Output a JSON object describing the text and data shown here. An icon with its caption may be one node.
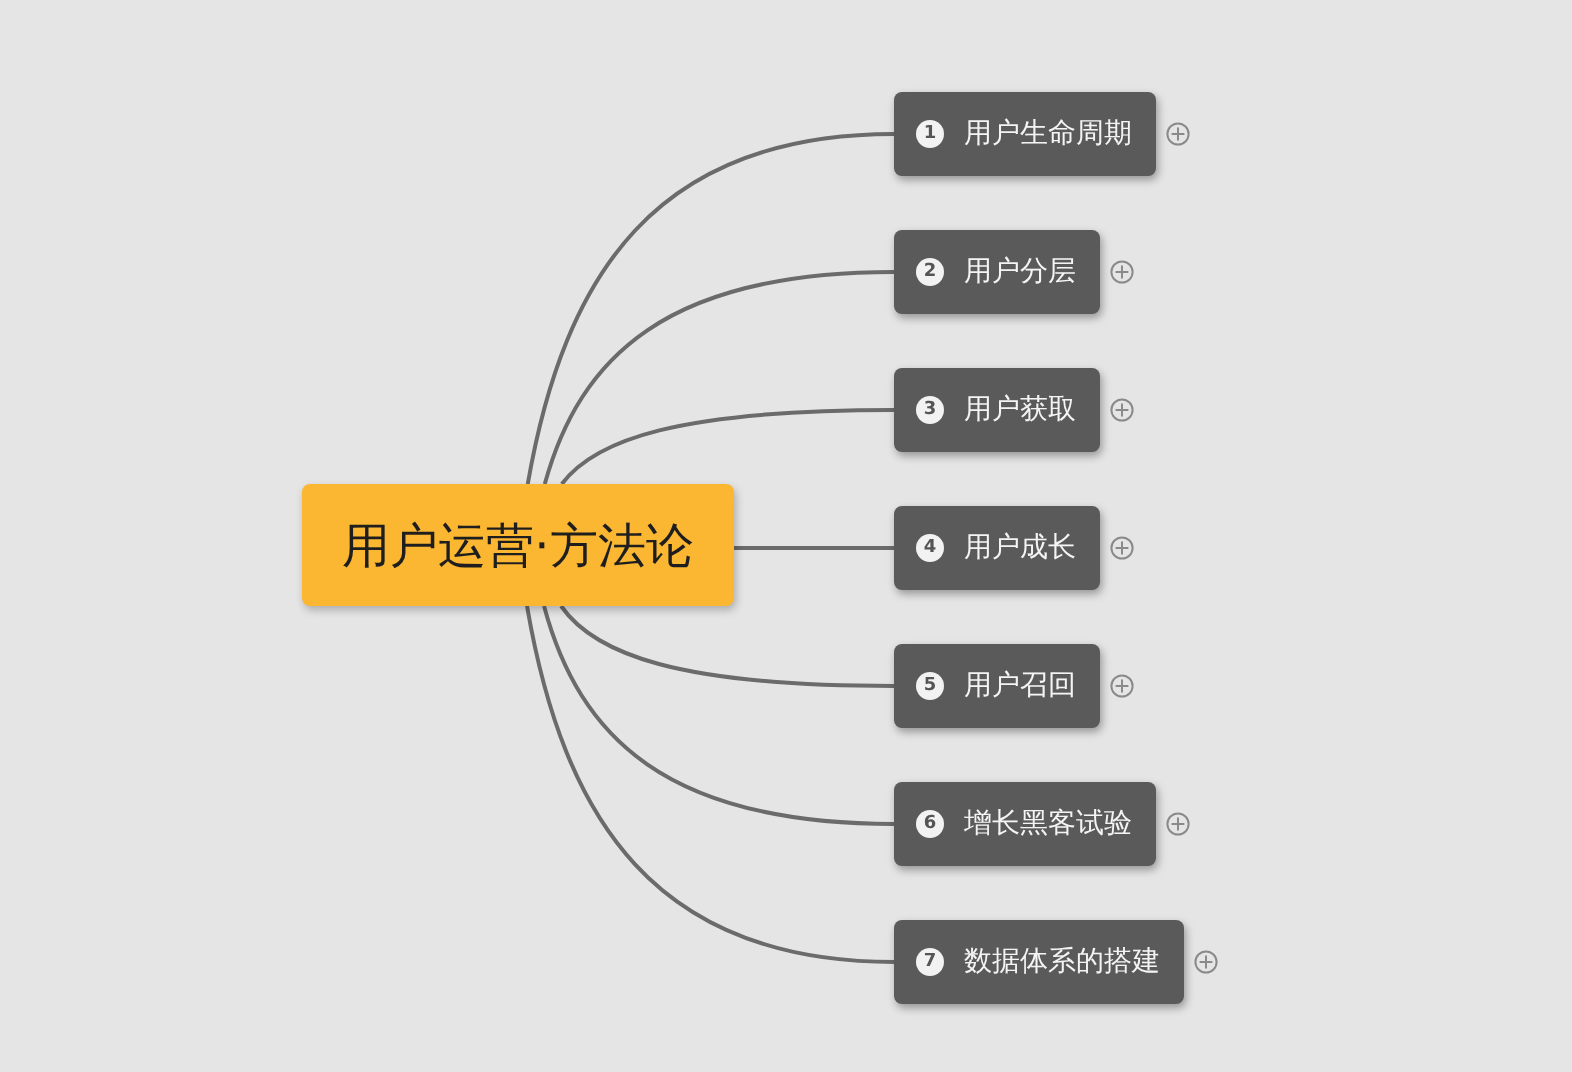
{
  "diagram": {
    "nodes": [
      {
        "text": [
          "用户运营·方法论"
        ]
      },
      {
        "text": [
          "1",
          "用户生命周期"
        ]
      },
      {
        "text": [
          "2",
          "用户分层"
        ]
      },
      {
        "text": [
          "3",
          "用户获取"
        ]
      },
      {
        "text": [
          "4",
          "用户成长"
        ]
      },
      {
        "text": [
          "5",
          "用户召回"
        ]
      },
      {
        "text": [
          "6",
          "增长黑客试验"
        ]
      },
      {
        "text": [
          "7",
          "数据体系的搭建"
        ]
      }
    ],
    "edges": [
      {
        "from": 0,
        "to": 1,
        "arrow": "none"
      },
      {
        "from": 0,
        "to": 2,
        "arrow": "none"
      },
      {
        "from": 0,
        "to": 3,
        "arrow": "none"
      },
      {
        "from": 0,
        "to": 4,
        "arrow": "none"
      },
      {
        "from": 0,
        "to": 5,
        "arrow": "none"
      },
      {
        "from": 0,
        "to": 6,
        "arrow": "none"
      },
      {
        "from": 0,
        "to": 7,
        "arrow": "none"
      }
    ]
  }
}
